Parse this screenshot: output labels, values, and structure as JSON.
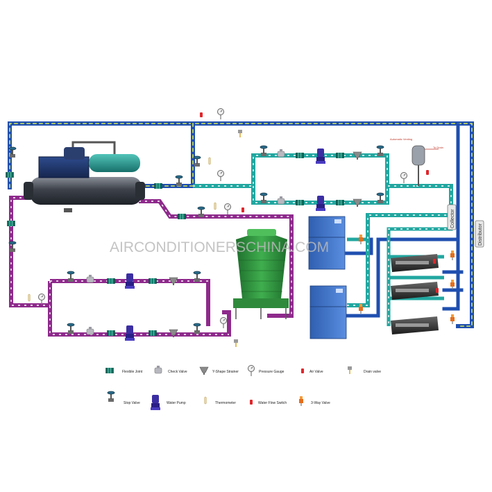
{
  "watermark": "AIRCONDITIONERSCHINA.COM",
  "vertical_labels": {
    "collector": "Collector",
    "distributor": "Distributor"
  },
  "small_labels": {
    "automatic_venting": "Automatic Venting",
    "to_drain": "To Drain"
  },
  "legend": [
    {
      "icon": "flexible-joint-icon",
      "label": "Flexible Joint"
    },
    {
      "icon": "check-valve-icon",
      "label": "Check Valve"
    },
    {
      "icon": "y-strainer-icon",
      "label": "Y-Shape Strainer"
    },
    {
      "icon": "pressure-gauge-icon",
      "label": "Pressure Gauge"
    },
    {
      "icon": "air-valve-icon",
      "label": "Air Valve"
    },
    {
      "icon": "drain-valve-icon",
      "label": "Drain valve"
    },
    {
      "icon": "stop-valve-icon",
      "label": "Stop Valve"
    },
    {
      "icon": "water-pump-icon",
      "label": "Water Pump"
    },
    {
      "icon": "thermometer-icon",
      "label": "Thermometer"
    },
    {
      "icon": "water-flow-switch-icon",
      "label": "Water Flow Switch"
    },
    {
      "icon": "three-way-valve-icon",
      "label": "3-Way Valve"
    }
  ],
  "colors": {
    "chilled_pipe": "#1f4fb0",
    "supply_pipe": "#21a7a0",
    "cooling_pipe": "#8e2a8c",
    "flow_dash": "#d8ea4a",
    "tower": "#2e8f3e",
    "ahu": "#3e73c4"
  }
}
